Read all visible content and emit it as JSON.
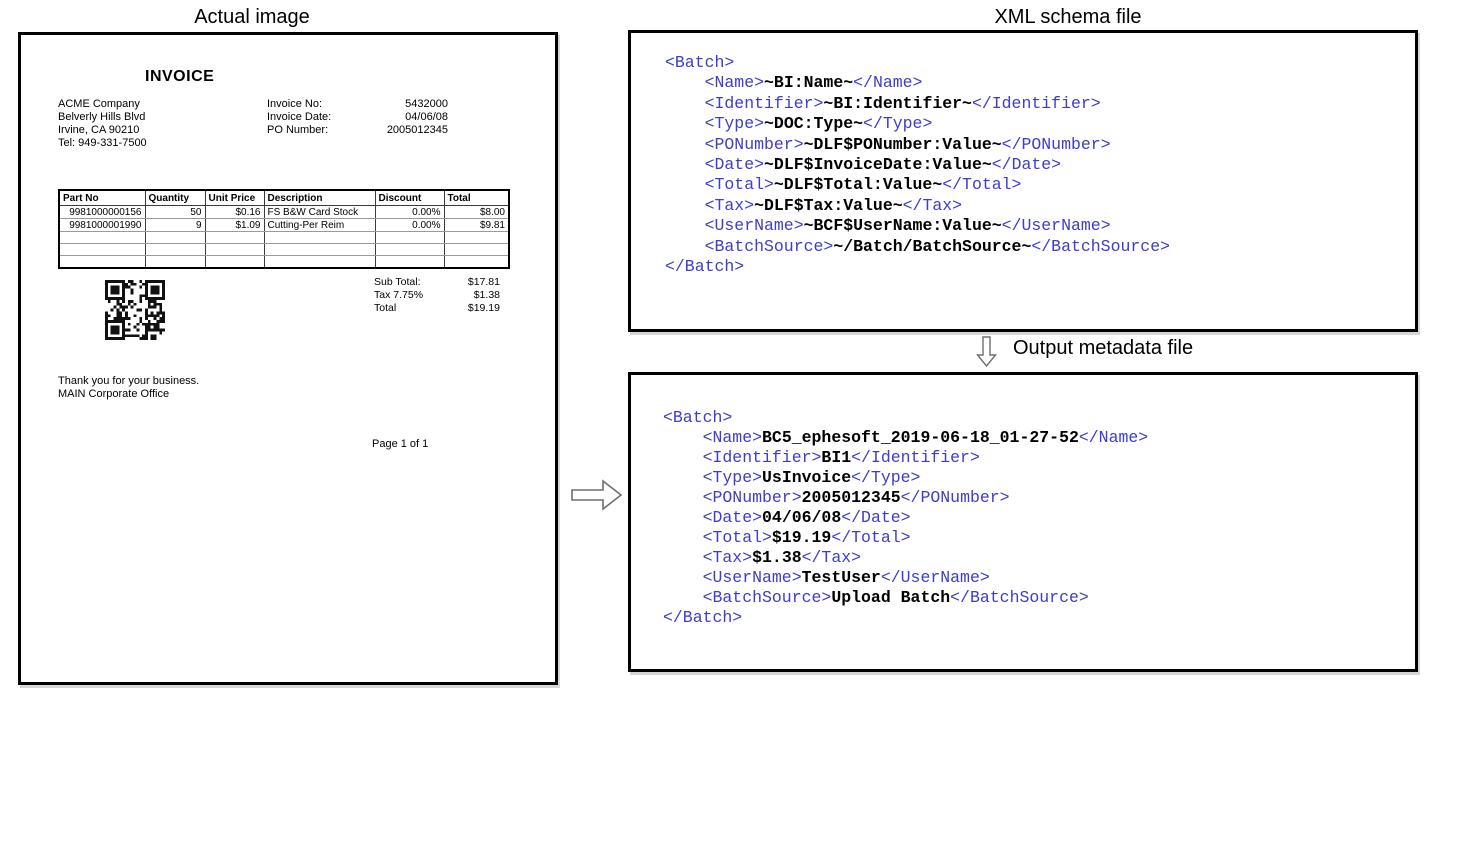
{
  "titles": {
    "left_panel": "Actual image",
    "schema_panel": "XML schema file",
    "output_panel": "Output metadata file"
  },
  "colors": {
    "xml_tag": "#3c3ccd",
    "xml_value": "#000000",
    "box_border": "#000000"
  },
  "invoice": {
    "title": "INVOICE",
    "company_lines": [
      "ACME Company",
      "Belverly Hills Blvd",
      "Irvine, CA 90210",
      "Tel: 949-331-7500"
    ],
    "meta_rows": [
      {
        "label": "Invoice No:",
        "value": "5432000"
      },
      {
        "label": "Invoice Date:",
        "value": "04/06/08"
      },
      {
        "label": "PO Number:",
        "value": "2005012345"
      }
    ],
    "table": {
      "headers": [
        "Part No",
        "Quantity",
        "Unit Price",
        "Description",
        "Discount",
        "Total"
      ],
      "rows": [
        [
          "9981000000156",
          "50",
          "$0.16",
          "FS B&W Card Stock",
          "0.00%",
          "$8.00"
        ],
        [
          "9981000001990",
          "9",
          "$1.09",
          "Cutting-Per Reim",
          "0.00%",
          "$9.81"
        ]
      ],
      "empty_row_count": 3
    },
    "summary_rows": [
      {
        "label": "Sub Total:",
        "value": "$17.81"
      },
      {
        "label": "Tax 7.75%",
        "value": "$1.38"
      },
      {
        "label": "Total",
        "value": "$19.19"
      }
    ],
    "footer_lines": [
      "Thank you for your business.",
      "MAIN Corporate Office"
    ],
    "page_label": "Page 1 of 1"
  },
  "schema_xml": {
    "lines": [
      {
        "indent": 0,
        "segments": [
          {
            "type": "tag",
            "text": "<Batch>"
          }
        ]
      },
      {
        "indent": 1,
        "segments": [
          {
            "type": "tag",
            "text": "<Name>"
          },
          {
            "type": "val",
            "text": "~BI:Name~"
          },
          {
            "type": "tag",
            "text": "</Name>"
          }
        ]
      },
      {
        "indent": 1,
        "segments": [
          {
            "type": "tag",
            "text": "<Identifier>"
          },
          {
            "type": "val",
            "text": "~BI:Identifier~"
          },
          {
            "type": "tag",
            "text": "</Identifier>"
          }
        ]
      },
      {
        "indent": 1,
        "segments": [
          {
            "type": "tag",
            "text": "<Type>"
          },
          {
            "type": "val",
            "text": "~DOC:Type~"
          },
          {
            "type": "tag",
            "text": "</Type>"
          }
        ]
      },
      {
        "indent": 1,
        "segments": [
          {
            "type": "tag",
            "text": "<PONumber>"
          },
          {
            "type": "val",
            "text": "~DLF$PONumber:Value~"
          },
          {
            "type": "tag",
            "text": "</PONumber>"
          }
        ]
      },
      {
        "indent": 1,
        "segments": [
          {
            "type": "tag",
            "text": "<Date>"
          },
          {
            "type": "val",
            "text": "~DLF$InvoiceDate:Value~"
          },
          {
            "type": "tag",
            "text": "</Date>"
          }
        ]
      },
      {
        "indent": 1,
        "segments": [
          {
            "type": "tag",
            "text": "<Total>"
          },
          {
            "type": "val",
            "text": "~DLF$Total:Value~"
          },
          {
            "type": "tag",
            "text": "</Total>"
          }
        ]
      },
      {
        "indent": 1,
        "segments": [
          {
            "type": "tag",
            "text": "<Tax>"
          },
          {
            "type": "val",
            "text": "~DLF$Tax:Value~"
          },
          {
            "type": "tag",
            "text": "</Tax>"
          }
        ]
      },
      {
        "indent": 1,
        "segments": [
          {
            "type": "tag",
            "text": "<UserName>"
          },
          {
            "type": "val",
            "text": "~BCF$UserName:Value~"
          },
          {
            "type": "tag",
            "text": "</UserName>"
          }
        ]
      },
      {
        "indent": 1,
        "segments": [
          {
            "type": "tag",
            "text": "<BatchSource>"
          },
          {
            "type": "val",
            "text": "~/Batch/BatchSource~"
          },
          {
            "type": "tag",
            "text": "</BatchSource>"
          }
        ]
      },
      {
        "indent": 0,
        "segments": [
          {
            "type": "tag",
            "text": "</Batch>"
          }
        ]
      }
    ]
  },
  "output_xml": {
    "lines": [
      {
        "indent": 0,
        "segments": [
          {
            "type": "tag",
            "text": "<Batch>"
          }
        ]
      },
      {
        "indent": 1,
        "segments": [
          {
            "type": "tag",
            "text": "<Name>"
          },
          {
            "type": "val",
            "text": "BC5_ephesoft_2019-06-18_01-27-52"
          },
          {
            "type": "tag",
            "text": "</Name>"
          }
        ]
      },
      {
        "indent": 1,
        "segments": [
          {
            "type": "tag",
            "text": "<Identifier>"
          },
          {
            "type": "val",
            "text": "BI1"
          },
          {
            "type": "tag",
            "text": "</Identifier>"
          }
        ]
      },
      {
        "indent": 1,
        "segments": [
          {
            "type": "tag",
            "text": "<Type>"
          },
          {
            "type": "val",
            "text": "UsInvoice"
          },
          {
            "type": "tag",
            "text": "</Type>"
          }
        ]
      },
      {
        "indent": 1,
        "segments": [
          {
            "type": "tag",
            "text": "<PONumber>"
          },
          {
            "type": "val",
            "text": "2005012345"
          },
          {
            "type": "tag",
            "text": "</PONumber>"
          }
        ]
      },
      {
        "indent": 1,
        "segments": [
          {
            "type": "tag",
            "text": "<Date>"
          },
          {
            "type": "val",
            "text": "04/06/08"
          },
          {
            "type": "tag",
            "text": "</Date>"
          }
        ]
      },
      {
        "indent": 1,
        "segments": [
          {
            "type": "tag",
            "text": "<Total>"
          },
          {
            "type": "val",
            "text": "$19.19"
          },
          {
            "type": "tag",
            "text": "</Total>"
          }
        ]
      },
      {
        "indent": 1,
        "segments": [
          {
            "type": "tag",
            "text": "<Tax>"
          },
          {
            "type": "val",
            "text": "$1.38"
          },
          {
            "type": "tag",
            "text": "</Tax>"
          }
        ]
      },
      {
        "indent": 1,
        "segments": [
          {
            "type": "tag",
            "text": "<UserName>"
          },
          {
            "type": "val",
            "text": "TestUser"
          },
          {
            "type": "tag",
            "text": "</UserName>"
          }
        ]
      },
      {
        "indent": 1,
        "segments": [
          {
            "type": "tag",
            "text": "<BatchSource>"
          },
          {
            "type": "val",
            "text": "Upload Batch"
          },
          {
            "type": "tag",
            "text": "</BatchSource>"
          }
        ]
      },
      {
        "indent": 0,
        "segments": [
          {
            "type": "tag",
            "text": "</Batch>"
          }
        ]
      }
    ]
  }
}
